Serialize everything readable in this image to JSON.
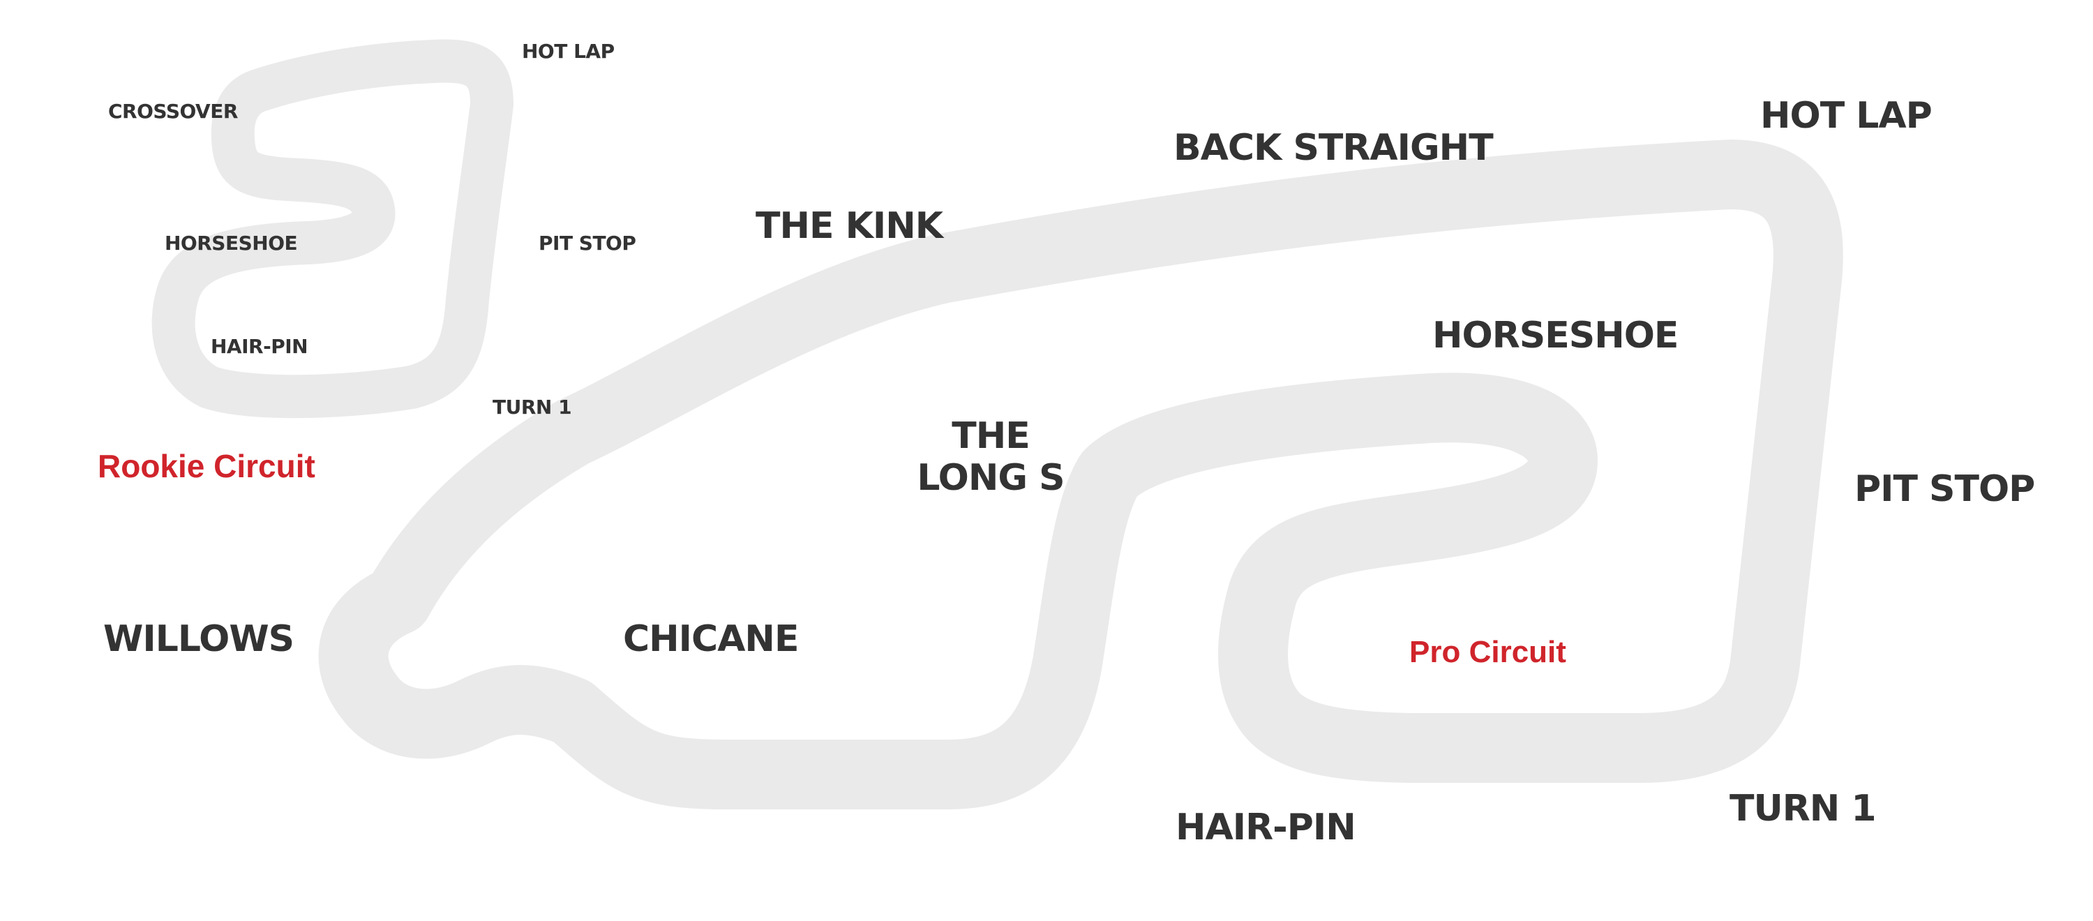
{
  "colors": {
    "track": "#eaeaea",
    "label": "#333333",
    "circuit_label": "#d0242b",
    "background": "#ffffff"
  },
  "rookie_circuit": {
    "name": "Rookie Circuit",
    "corners": {
      "hot_lap": "HOT LAP",
      "crossover": "CROSSOVER",
      "horseshoe": "HORSESHOE",
      "pit_stop": "PIT STOP",
      "hair_pin": "HAIR-PIN",
      "turn_1": "TURN 1"
    }
  },
  "pro_circuit": {
    "name": "Pro Circuit",
    "corners": {
      "back_straight": "BACK STRAIGHT",
      "hot_lap": "HOT LAP",
      "the_kink": "THE KINK",
      "horseshoe": "HORSESHOE",
      "the_long_s_line1": "THE",
      "the_long_s_line2": "LONG S",
      "pit_stop": "PIT STOP",
      "willows": "WILLOWS",
      "chicane": "CHICANE",
      "hair_pin": "HAIR-PIN",
      "turn_1": "TURN 1"
    }
  }
}
